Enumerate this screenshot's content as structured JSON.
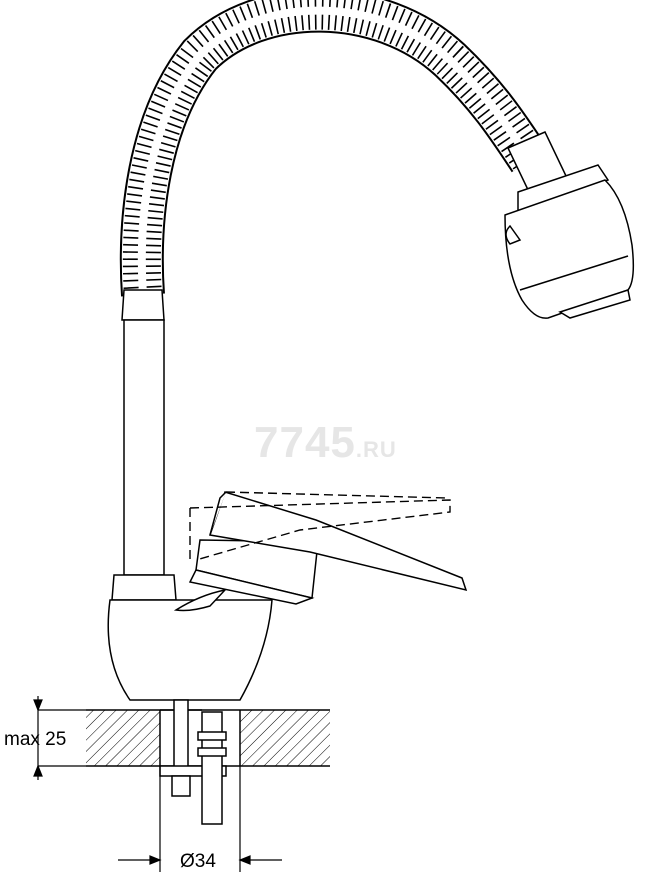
{
  "watermark": {
    "main": "7745",
    "tld": ".RU"
  },
  "dimensions": {
    "mounting_thickness": "max 25",
    "hole_diameter": "Ø34"
  },
  "colors": {
    "line": "#000000",
    "background": "#ffffff",
    "watermark": "#e6e6e6"
  }
}
